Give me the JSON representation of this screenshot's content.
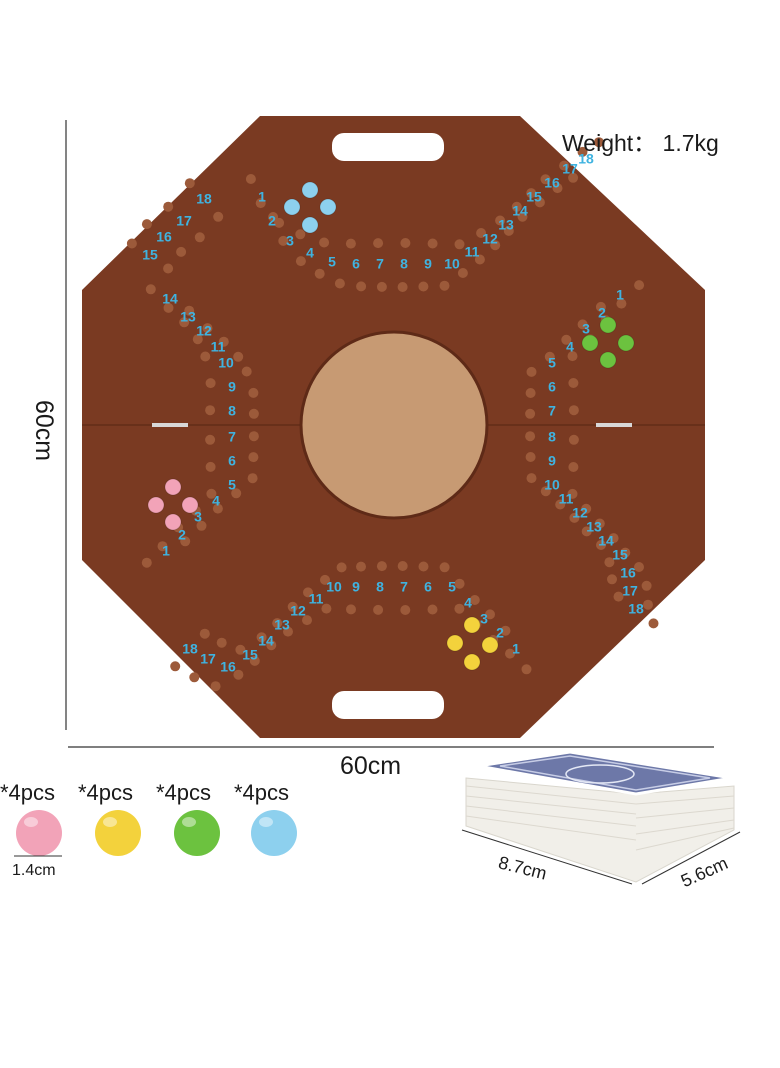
{
  "weight_label": "Weight： 1.7kg",
  "board": {
    "width_label": "60cm",
    "height_label": "60cm",
    "colors": {
      "board": "#7a3a22",
      "center": "#c79a73",
      "hole": "#9c5a3a",
      "number": "#3fb3e0"
    }
  },
  "pegs": [
    {
      "color_name": "pink",
      "color": "#f2a3b8",
      "count_label": "*4pcs"
    },
    {
      "color_name": "yellow",
      "color": "#f3d23c",
      "count_label": "*4pcs"
    },
    {
      "color_name": "green",
      "color": "#6cc23f",
      "count_label": "*4pcs"
    },
    {
      "color_name": "blue",
      "color": "#8dd0ee",
      "count_label": "*4pcs"
    }
  ],
  "peg_size_label": "1.4cm",
  "cards": {
    "length_label": "8.7cm",
    "width_label": "5.6cm"
  },
  "tracks": {
    "top": [
      "1",
      "2",
      "3",
      "4",
      "5",
      "6",
      "7",
      "8",
      "9",
      "10",
      "11",
      "12",
      "13",
      "14",
      "15",
      "16",
      "17",
      "18"
    ],
    "right": [
      "1",
      "2",
      "3",
      "4",
      "5",
      "6",
      "7",
      "8",
      "9",
      "10",
      "11",
      "12",
      "13",
      "14",
      "15",
      "16",
      "17",
      "18"
    ],
    "bottom": [
      "1",
      "2",
      "3",
      "4",
      "5",
      "6",
      "7",
      "8",
      "9",
      "10",
      "11",
      "12",
      "13",
      "14",
      "15",
      "16",
      "17",
      "18"
    ],
    "left": [
      "1",
      "2",
      "3",
      "4",
      "5",
      "6",
      "7",
      "8",
      "9",
      "10",
      "11",
      "12",
      "13",
      "14",
      "15",
      "16",
      "17",
      "18"
    ]
  }
}
